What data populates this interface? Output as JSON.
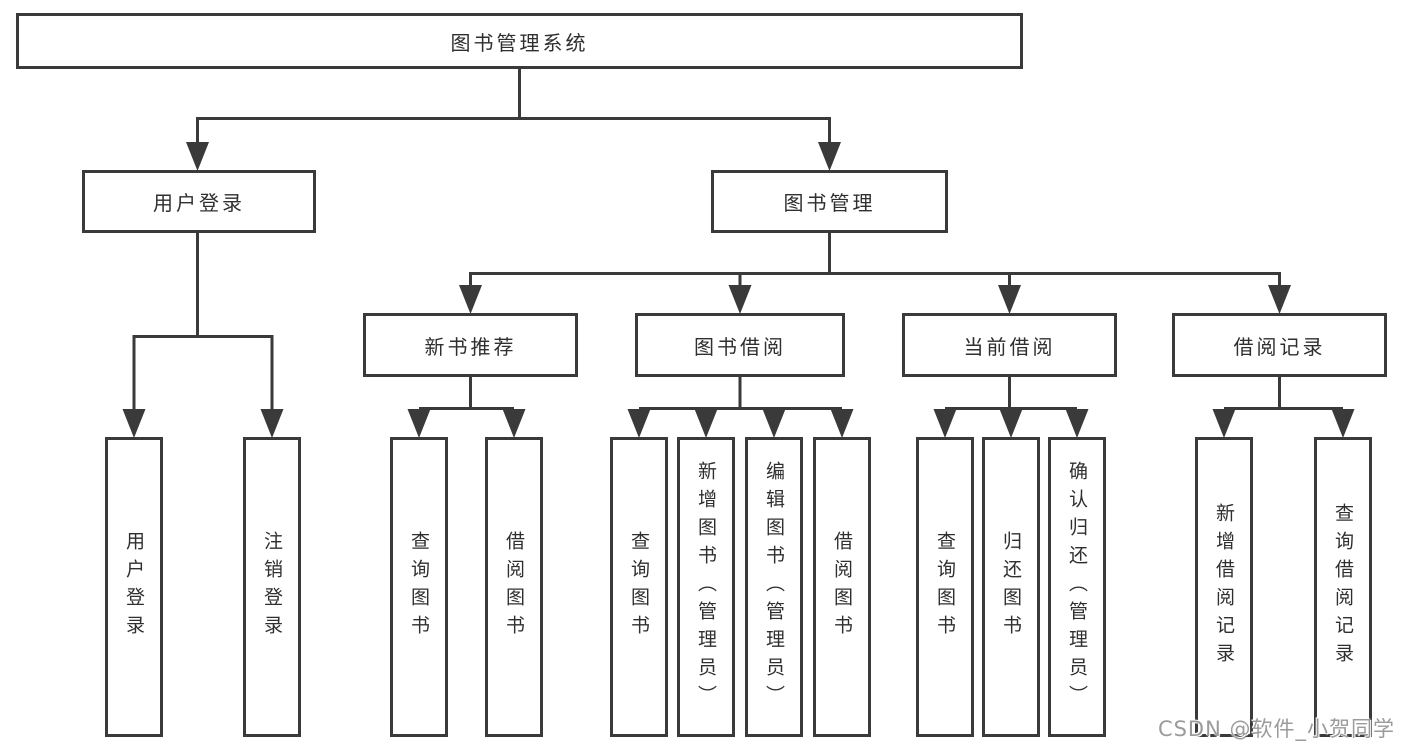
{
  "tree": {
    "label": "图书管理系统",
    "children": [
      {
        "label": "用户登录",
        "children": [
          {
            "label": "用户登录"
          },
          {
            "label": "注销登录"
          }
        ]
      },
      {
        "label": "图书管理",
        "children": [
          {
            "label": "新书推荐",
            "children": [
              {
                "label": "查询图书"
              },
              {
                "label": "借阅图书"
              }
            ]
          },
          {
            "label": "图书借阅",
            "children": [
              {
                "label": "查询图书"
              },
              {
                "label": "新增图书（管理员）"
              },
              {
                "label": "编辑图书（管理员）"
              },
              {
                "label": "借阅图书"
              }
            ]
          },
          {
            "label": "当前借阅",
            "children": [
              {
                "label": "查询图书"
              },
              {
                "label": "归还图书"
              },
              {
                "label": "确认归还（管理员）"
              }
            ]
          },
          {
            "label": "借阅记录",
            "children": [
              {
                "label": "新增借阅记录"
              },
              {
                "label": "查询借阅记录"
              }
            ]
          }
        ]
      }
    ]
  },
  "watermark": "CSDN @软件_小贺同学",
  "colors": {
    "line": "#3a3a3a",
    "box_border": "#3a3a3a",
    "box_background": "#ffffff",
    "text": "#2f2f2f",
    "watermark": "#9b9b9b",
    "page_background": "#ffffff"
  }
}
